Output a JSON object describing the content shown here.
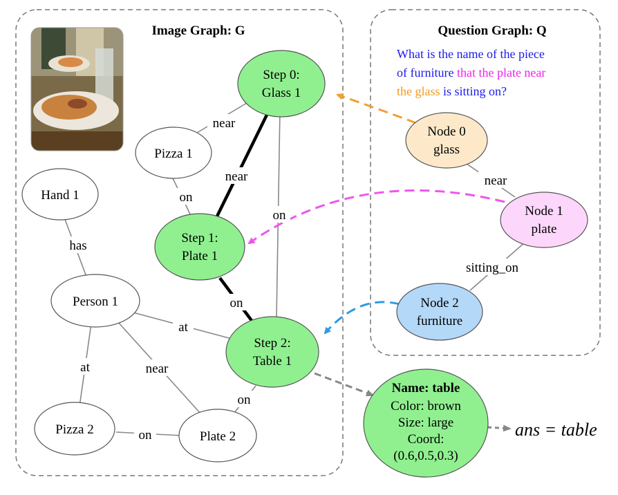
{
  "image_graph": {
    "title": "Image Graph: G",
    "nodes": {
      "glass1": [
        "Step 0:",
        "Glass 1"
      ],
      "pizza1": [
        "Pizza 1"
      ],
      "hand1": [
        "Hand 1"
      ],
      "plate1": [
        "Step 1:",
        "Plate 1"
      ],
      "person1": [
        "Person 1"
      ],
      "table1": [
        "Step 2:",
        "Table 1"
      ],
      "pizza2": [
        "Pizza 2"
      ],
      "plate2": [
        "Plate 2"
      ]
    },
    "edges": {
      "glass_pizza": "near",
      "glass_plate": "near",
      "pizza_plate": "on",
      "glass_table": "on",
      "hand_person": "has",
      "plate_table": "on",
      "person_table": "at",
      "person_pizza2": "at",
      "person_plate2": "near",
      "pizza2_plate2": "on",
      "plate2_table": "on"
    }
  },
  "question_graph": {
    "title": "Question Graph: Q",
    "question": {
      "part1": "What is the name of the piece",
      "part2": "of furniture",
      "part3": " that the plate near",
      "part4": "the glass",
      "part5": " is sitting on?"
    },
    "nodes": {
      "node0": [
        "Node 0",
        "glass"
      ],
      "node1": [
        "Node 1",
        "plate"
      ],
      "node2": [
        "Node 2",
        "furniture"
      ]
    },
    "edges": {
      "n0_n1": "near",
      "n1_n2": "sitting_on"
    }
  },
  "result_node": {
    "name": "Name: table",
    "color": "Color: brown",
    "size": "Size: large",
    "coord_label": "Coord:",
    "coord_value": "(0.6,0.5,0.3)"
  },
  "answer": "ans = table",
  "colors": {
    "green": "#90f090",
    "orange": "#fde9c9",
    "pink": "#fcd6fb",
    "blue": "#b4d8f8",
    "q_blue": "#1a1aee",
    "q_magenta": "#ee22ee",
    "q_orange": "#f09a20",
    "arrow_orange": "#f0a030",
    "arrow_magenta": "#ee55ee",
    "arrow_blue": "#2a9be8"
  }
}
